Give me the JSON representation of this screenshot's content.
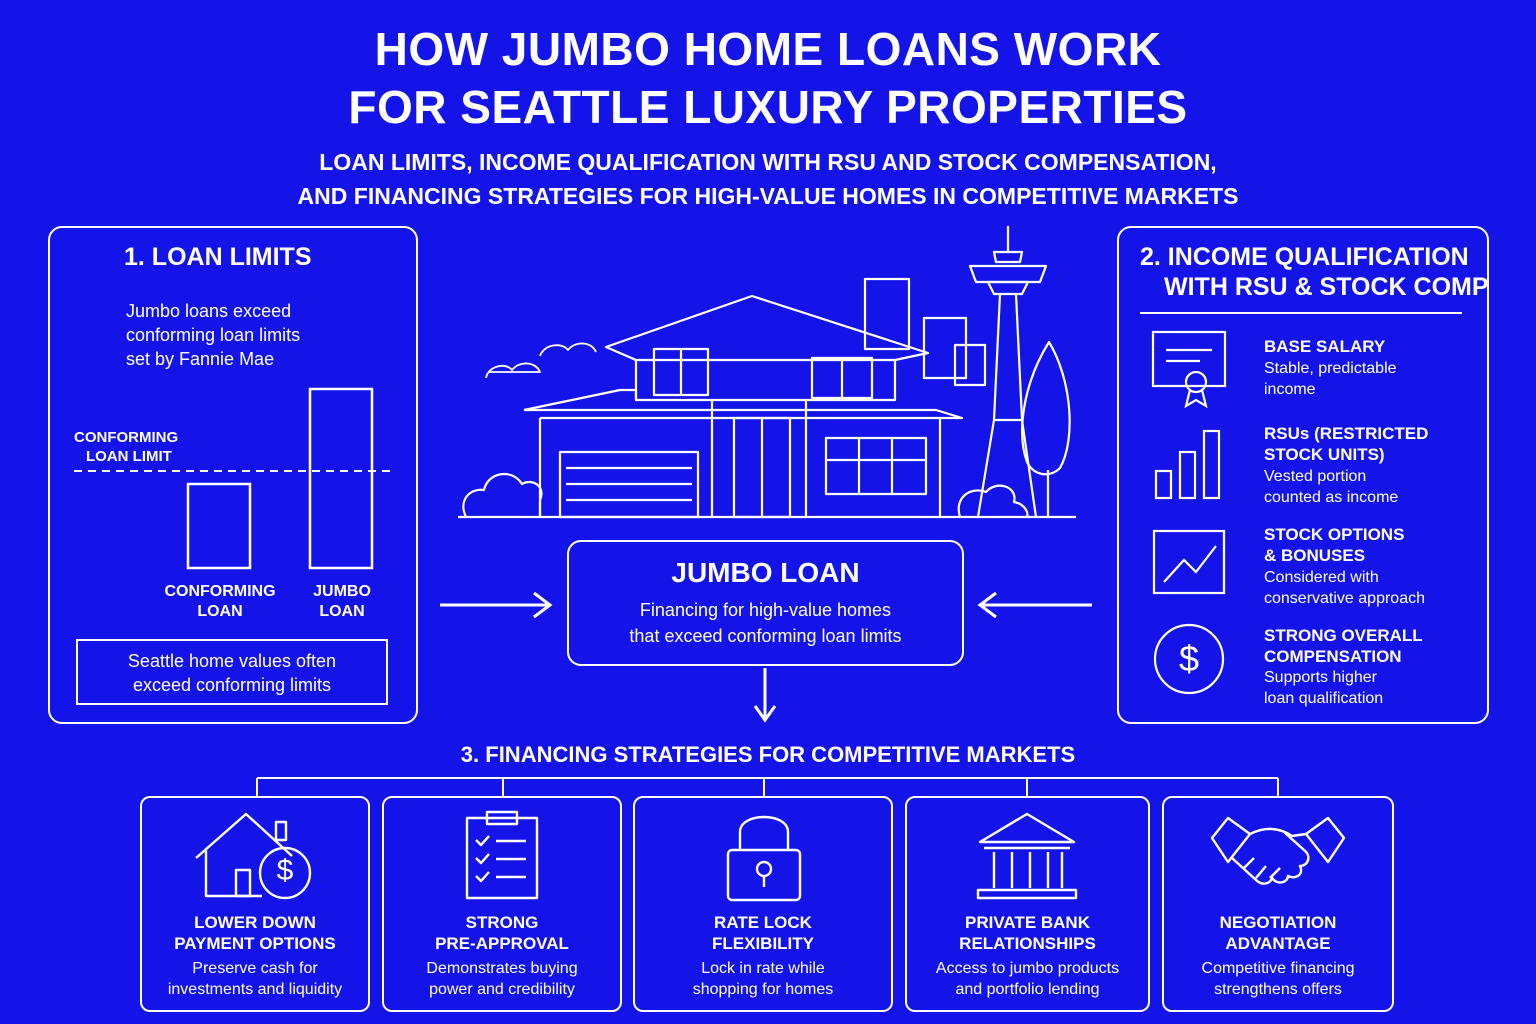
{
  "header": {
    "title_line1": "HOW JUMBO HOME LOANS WORK",
    "title_line2": "FOR SEATTLE LUXURY PROPERTIES",
    "subtitle_line1": "LOAN LIMITS, INCOME QUALIFICATION WITH RSU AND STOCK COMPENSATION,",
    "subtitle_line2": "AND FINANCING STRATEGIES FOR HIGH-VALUE HOMES IN COMPETITIVE MARKETS"
  },
  "loan_limits": {
    "heading": "1. LOAN LIMITS",
    "desc_line1": "Jumbo loans exceed",
    "desc_line2": "conforming loan limits",
    "desc_line3": "set by Fannie Mae",
    "limit_label_line1": "CONFORMING",
    "limit_label_line2": "LOAN LIMIT",
    "bar1_line1": "CONFORMING",
    "bar1_line2": "LOAN",
    "bar2_line1": "JUMBO",
    "bar2_line2": "LOAN",
    "note_line1": "Seattle home values often",
    "note_line2": "exceed conforming limits"
  },
  "jumbo": {
    "heading": "JUMBO LOAN",
    "desc_line1": "Financing for high-value homes",
    "desc_line2": "that exceed conforming loan limits"
  },
  "income": {
    "heading_line1": "2. INCOME QUALIFICATION",
    "heading_line2": "WITH RSU & STOCK COMP",
    "items": [
      {
        "head1": "BASE SALARY",
        "head2": "",
        "desc1": "Stable, predictable",
        "desc2": "income",
        "icon": "certificate-icon"
      },
      {
        "head1": "RSUs (RESTRICTED",
        "head2": "STOCK UNITS)",
        "desc1": "Vested portion",
        "desc2": "counted as income",
        "icon": "bar-chart-icon"
      },
      {
        "head1": "STOCK OPTIONS",
        "head2": "& BONUSES",
        "desc1": "Considered with",
        "desc2": "conservative approach",
        "icon": "trend-line-icon"
      },
      {
        "head1": "STRONG OVERALL",
        "head2": "COMPENSATION",
        "desc1": "Supports higher",
        "desc2": "loan qualification",
        "icon": "dollar-circle-icon"
      }
    ]
  },
  "strategies": {
    "heading": "3. FINANCING STRATEGIES FOR COMPETITIVE MARKETS",
    "cards": [
      {
        "head1": "LOWER DOWN",
        "head2": "PAYMENT OPTIONS",
        "desc1": "Preserve cash for",
        "desc2": "investments and liquidity",
        "icon": "house-dollar-icon"
      },
      {
        "head1": "STRONG",
        "head2": "PRE-APPROVAL",
        "desc1": "Demonstrates buying",
        "desc2": "power and credibility",
        "icon": "checklist-icon"
      },
      {
        "head1": "RATE LOCK",
        "head2": "FLEXIBILITY",
        "desc1": "Lock in rate while",
        "desc2": "shopping for homes",
        "icon": "padlock-icon"
      },
      {
        "head1": "PRIVATE BANK",
        "head2": "RELATIONSHIPS",
        "desc1": "Access to jumbo products",
        "desc2": "and portfolio lending",
        "icon": "bank-icon"
      },
      {
        "head1": "NEGOTIATION",
        "head2": "ADVANTAGE",
        "desc1": "Competitive financing",
        "desc2": "strengthens offers",
        "icon": "handshake-icon"
      }
    ]
  }
}
